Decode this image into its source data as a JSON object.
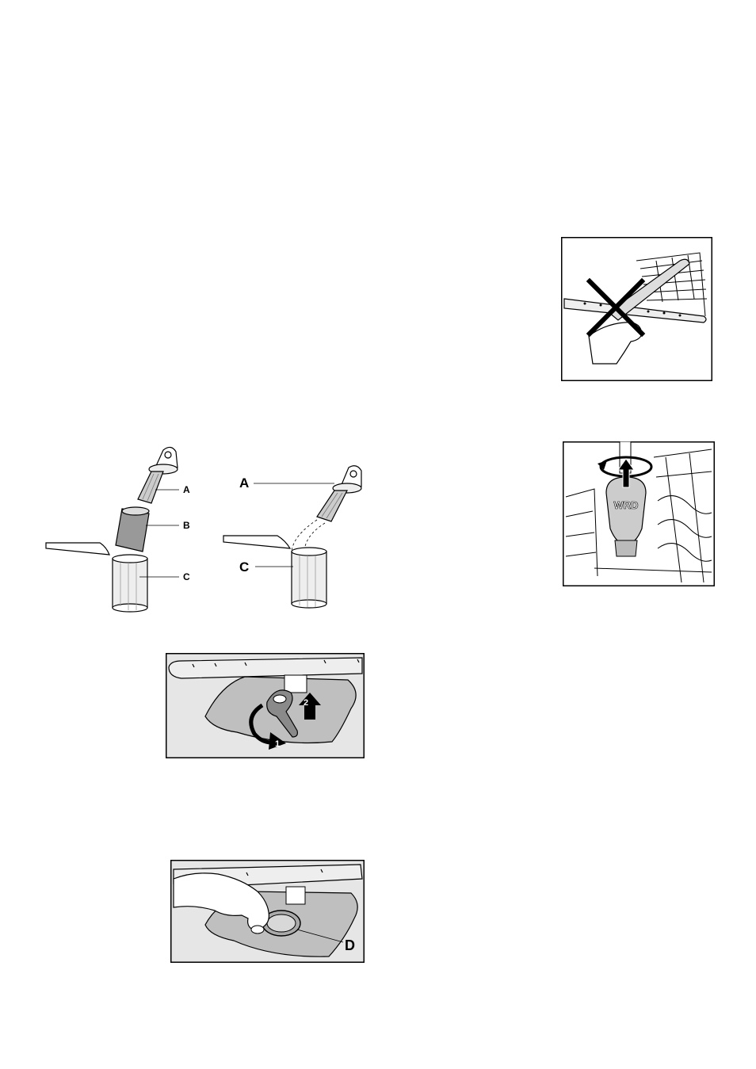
{
  "filters_figure": {
    "left_labels": {
      "a": "A",
      "b": "B",
      "c": "C"
    },
    "right_labels": {
      "a": "A",
      "c": "C"
    }
  },
  "arm_removal_figure": {
    "step_1": "1",
    "step_2": "2"
  },
  "drain_figure": {
    "label_d": "D"
  },
  "wrong_cleaning_figure": {
    "x_mark": "cross-icon"
  },
  "upper_arm_figure": {
    "nozzle_text": "WRD"
  }
}
